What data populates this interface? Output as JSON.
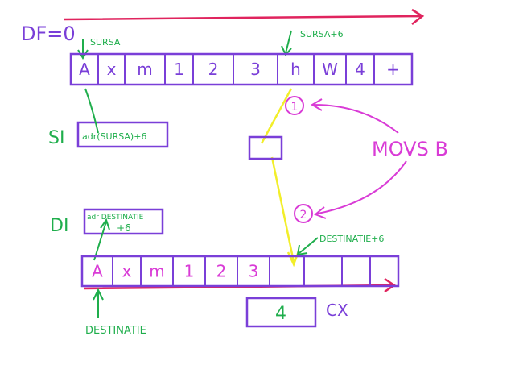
{
  "flag_label": "DF=0",
  "source": {
    "label": "SURSA",
    "offset_label": "SURSA+6",
    "cells": [
      "A",
      "x",
      "m",
      "1",
      "2",
      "3",
      "h",
      "W",
      "4",
      "+"
    ]
  },
  "destination": {
    "label": "DESTINATIE",
    "offset_label": "DESTINATIE+6",
    "cells": [
      "A",
      "x",
      "m",
      "1",
      "2",
      "3",
      "",
      "",
      "",
      ""
    ]
  },
  "si": {
    "label": "SI",
    "value": "adr(SURSA)+6"
  },
  "di": {
    "label": "DI",
    "value_line1": "adr DESTINATIE",
    "value_line2": "+6"
  },
  "steps": [
    "1",
    "2"
  ],
  "instruction": "MOVS B",
  "cx": {
    "label": "CX",
    "value": "4"
  },
  "colors": {
    "purple": "#7a3fd8",
    "green": "#1fae4c",
    "magenta": "#d93bd6",
    "red": "#e0245e",
    "yellow": "#f2ee2a"
  }
}
